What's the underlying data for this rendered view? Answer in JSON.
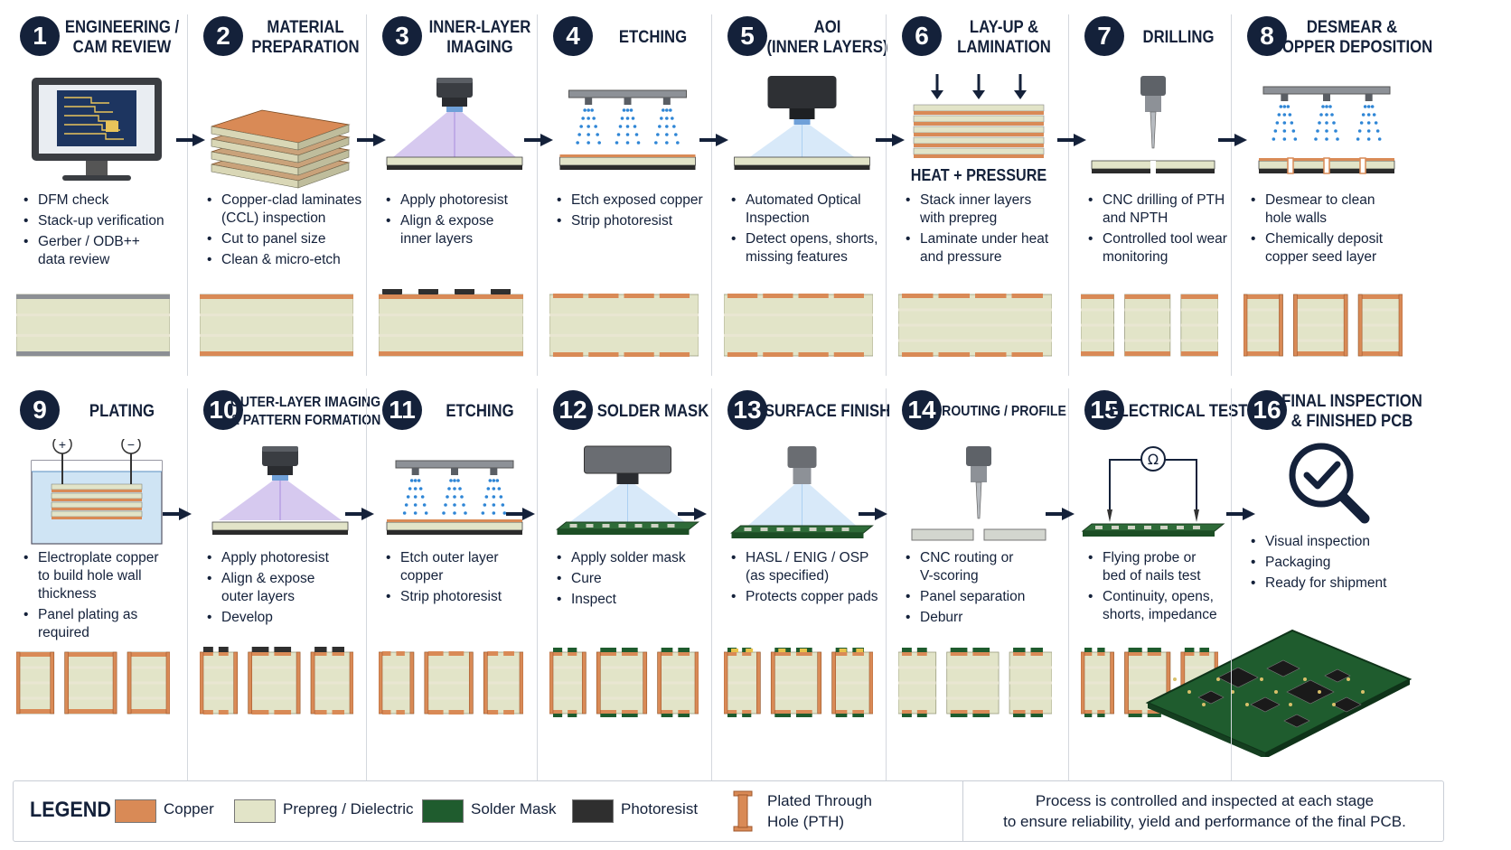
{
  "steps": [
    {
      "num": "1",
      "title": [
        "ENGINEERING /",
        "CAM REVIEW"
      ],
      "bullets": [
        [
          "DFM check"
        ],
        [
          "Stack-up verification"
        ],
        [
          "Gerber / ODB++",
          "data review"
        ]
      ]
    },
    {
      "num": "2",
      "title": [
        "MATERIAL",
        "PREPARATION"
      ],
      "bullets": [
        [
          "Copper-clad laminates",
          "(CCL) inspection"
        ],
        [
          "Cut to panel size"
        ],
        [
          "Clean & micro-etch"
        ]
      ]
    },
    {
      "num": "3",
      "title": [
        "INNER-LAYER",
        "IMAGING"
      ],
      "bullets": [
        [
          "Apply photoresist"
        ],
        [
          "Align & expose",
          "inner layers"
        ]
      ]
    },
    {
      "num": "4",
      "title": [
        "ETCHING"
      ],
      "bullets": [
        [
          "Etch exposed copper"
        ],
        [
          "Strip photoresist"
        ]
      ]
    },
    {
      "num": "5",
      "title": [
        "AOI",
        "(INNER LAYERS)"
      ],
      "bullets": [
        [
          "Automated Optical",
          "Inspection"
        ],
        [
          "Detect opens, shorts,",
          "missing features"
        ]
      ]
    },
    {
      "num": "6",
      "title": [
        "LAY-UP &",
        "LAMINATION"
      ],
      "caption": "HEAT + PRESSURE",
      "bullets": [
        [
          "Stack inner layers",
          "with prepreg"
        ],
        [
          "Laminate under heat",
          "and pressure"
        ]
      ]
    },
    {
      "num": "7",
      "title": [
        "DRILLING"
      ],
      "bullets": [
        [
          "CNC drilling of PTH",
          "and NPTH"
        ],
        [
          "Controlled tool wear",
          "monitoring"
        ]
      ]
    },
    {
      "num": "8",
      "title": [
        "DESMEAR &",
        "COPPER DEPOSITION"
      ],
      "bullets": [
        [
          "Desmear to clean",
          "hole walls"
        ],
        [
          "Chemically deposit",
          "copper seed layer"
        ]
      ]
    },
    {
      "num": "9",
      "title": [
        "PLATING"
      ],
      "bullets": [
        [
          "Electroplate copper",
          "to build hole wall",
          "thickness"
        ],
        [
          "Panel plating as",
          "required"
        ]
      ]
    },
    {
      "num": "10",
      "title": [
        "OUTER-LAYER IMAGING",
        "& PATTERN FORMATION"
      ],
      "bullets": [
        [
          "Apply photoresist"
        ],
        [
          "Align & expose",
          "outer layers"
        ],
        [
          "Develop"
        ]
      ]
    },
    {
      "num": "11",
      "title": [
        "ETCHING"
      ],
      "bullets": [
        [
          "Etch outer layer copper"
        ],
        [
          "Strip photoresist"
        ]
      ]
    },
    {
      "num": "12",
      "title": [
        "SOLDER MASK"
      ],
      "bullets": [
        [
          "Apply solder mask"
        ],
        [
          "Cure"
        ],
        [
          "Inspect"
        ]
      ]
    },
    {
      "num": "13",
      "title": [
        "SURFACE FINISH"
      ],
      "bullets": [
        [
          "HASL / ENIG / OSP",
          "(as specified)"
        ],
        [
          "Protects copper pads"
        ]
      ]
    },
    {
      "num": "14",
      "title": [
        "ROUTING / PROFILE"
      ],
      "bullets": [
        [
          "CNC routing or",
          "V-scoring"
        ],
        [
          "Panel separation"
        ],
        [
          "Deburr"
        ]
      ]
    },
    {
      "num": "15",
      "title": [
        "ELECTRICAL TEST"
      ],
      "bullets": [
        [
          "Flying probe or",
          "bed of nails test"
        ],
        [
          "Continuity, opens,",
          "shorts, impedance"
        ]
      ]
    },
    {
      "num": "16",
      "title": [
        "FINAL INSPECTION",
        "& FINISHED PCB"
      ],
      "bullets": [
        [
          "Visual inspection"
        ],
        [
          "Packaging"
        ],
        [
          "Ready for shipment"
        ]
      ]
    }
  ],
  "plating_symbols": {
    "plus": "+",
    "minus": "−"
  },
  "meter_symbol": "Ω",
  "legend": {
    "title": "LEGEND",
    "items": [
      {
        "label": "Copper",
        "color": "#d98a56"
      },
      {
        "label": "Prepreg / Dielectric",
        "color": "#e2e4c8"
      },
      {
        "label": "Solder Mask",
        "color": "#1f5c2e"
      },
      {
        "label": "Photoresist",
        "color": "#2f2f2f"
      }
    ],
    "pth_label": [
      "Plated Through",
      "Hole (PTH)"
    ],
    "note": [
      "Process is controlled and inspected at each stage",
      "to ensure reliability, yield and performance of the final PCB."
    ]
  },
  "colors": {
    "navy": "#14213a",
    "copper": "#d98a56",
    "dielectric": "#e2e4c8",
    "mask": "#1f5c2e",
    "resist": "#2f2f2f",
    "uv": "#8a63d2",
    "spray": "#2f86d6"
  }
}
